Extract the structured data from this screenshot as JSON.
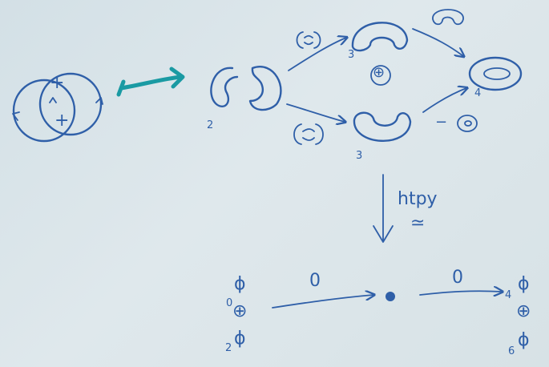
{
  "labels": {
    "deg_left": "2",
    "deg_top_mid": "3",
    "deg_bottom_mid": "3",
    "deg_right": "4",
    "minus_sign": "−",
    "htpy": "htpy",
    "htpy_symbol": "≃",
    "arrow_left_label": "0",
    "arrow_right_label": "0",
    "left_top": "ϕ",
    "left_zero": "0",
    "left_plus": "⊕",
    "left_bottom": "ϕ",
    "left_two": "2",
    "right_top": "ϕ",
    "right_four": "4",
    "right_plus": "⊕",
    "right_bottom": "ϕ",
    "right_six": "6",
    "mid_plus": "⊕",
    "link_plus_1": "+",
    "link_plus_2": "+"
  },
  "colors": {
    "ink": "#2f5fa8",
    "teal_arrow": "#1a9aa3",
    "board": "#dbe5e9"
  }
}
